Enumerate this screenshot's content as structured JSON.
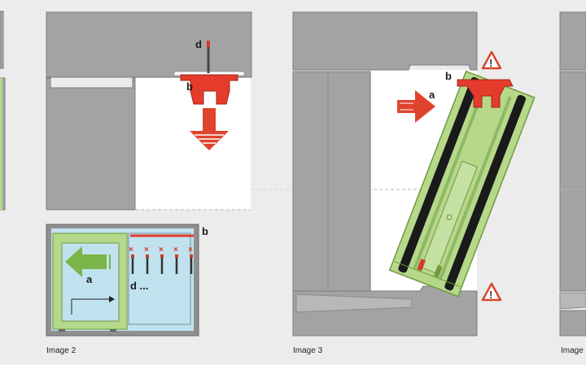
{
  "panels": [
    {
      "caption": "Image 2",
      "labels": {
        "d": "d",
        "b": "b",
        "inset_b": "b",
        "inset_a": "a",
        "inset_d": "d ..."
      }
    },
    {
      "caption": "Image 3",
      "labels": {
        "a": "a",
        "b": "b"
      }
    },
    {
      "caption": "Image"
    }
  ],
  "colors": {
    "wall": "#a3a3a3",
    "wall_stroke": "#7c7c7c",
    "opening": "#ffffff",
    "arrow_red": "#e0432d",
    "profile_red": "#e43b2c",
    "frame_green": "#b6d88a",
    "frame_green_dark": "#6f9a3c",
    "glass": "#bfe2ee",
    "gasket": "#1a1a1a",
    "arrow_green": "#7ab54a",
    "warning": "#d9442e"
  },
  "icons": [
    "warning-triangle-icon",
    "arrow-down-icon",
    "arrow-right-icon",
    "arrow-left-icon",
    "screw-icon",
    "cross-mark-icon"
  ]
}
